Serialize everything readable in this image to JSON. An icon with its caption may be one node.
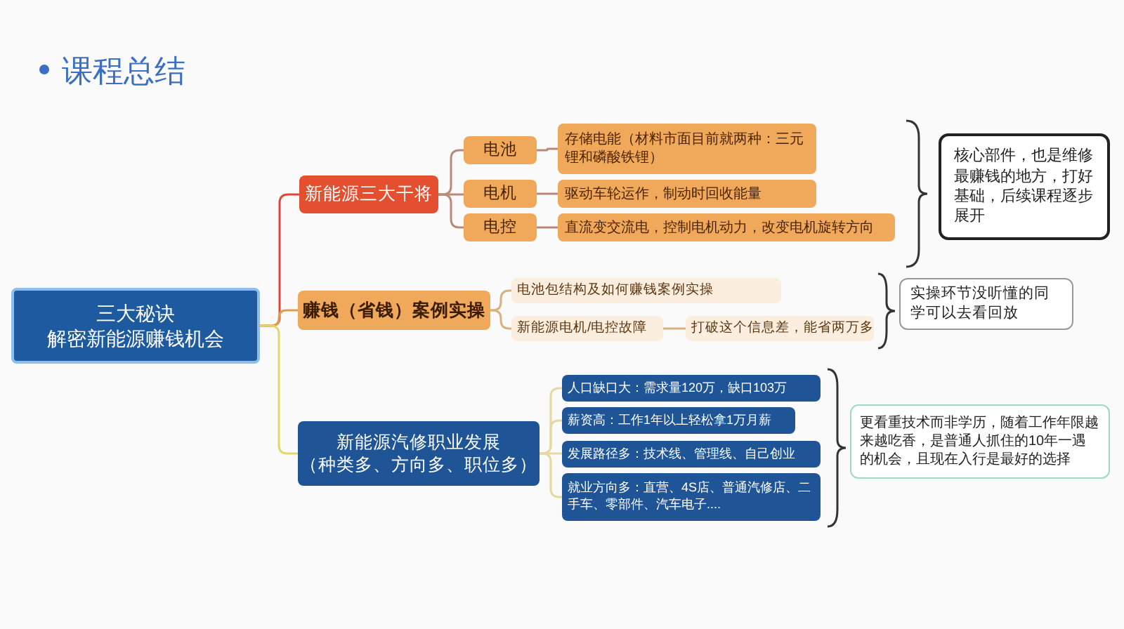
{
  "diagram": {
    "title": "课程总结",
    "nodes": [
      {
        "text": [
          "三大秘诀",
          "解密新能源赚钱机会"
        ]
      },
      {
        "text": [
          "新能源三大干将"
        ]
      },
      {
        "text": [
          "电池"
        ]
      },
      {
        "text": [
          "电机"
        ]
      },
      {
        "text": [
          "电控"
        ]
      },
      {
        "text": [
          "存储电能（材料市面目前就两种：三元锂和磷酸铁锂）"
        ]
      },
      {
        "text": [
          "驱动车轮运作，制动时回收能量"
        ]
      },
      {
        "text": [
          "直流变交流电，控制电机动力，改变电机旋转方向"
        ]
      },
      {
        "text": [
          "核心部件，也是维修最赚钱的地方，打好基础，后续课程逐步展开"
        ]
      },
      {
        "text": [
          "赚钱（省钱）案例实操"
        ]
      },
      {
        "text": [
          "电池包结构及如何赚钱案例实操"
        ]
      },
      {
        "text": [
          "新能源电机/电控故障"
        ]
      },
      {
        "text": [
          "打破这个信息差，能省两万多"
        ]
      },
      {
        "text": [
          "实操环节没听懂的同学可以去看回放"
        ]
      },
      {
        "text": [
          "新能源汽修职业发展",
          "（种类多、方向多、职位多）"
        ]
      },
      {
        "text": [
          "人口缺口大：需求量120万，缺口103万"
        ]
      },
      {
        "text": [
          "薪资高：工作1年以上轻松拿1万月薪"
        ]
      },
      {
        "text": [
          "发展路径多：技术线、管理线、自己创业"
        ]
      },
      {
        "text": [
          "就业方向多：直营、4S店、普通汽修店、二手车、零部件、汽车电子...."
        ]
      },
      {
        "text": [
          "更看重技术而非学历，随着工作年限越来越吃香，是普通人抓住的10年一遇的机会，且现在入行是最好的选择"
        ]
      }
    ],
    "edges": [
      {
        "from": 0,
        "to": 1,
        "arrow": "none",
        "color": "#e0473a"
      },
      {
        "from": 0,
        "to": 9,
        "arrow": "none",
        "color": "#d9a055"
      },
      {
        "from": 0,
        "to": 14,
        "arrow": "none",
        "color": "#e6d66a"
      },
      {
        "from": 1,
        "to": 2,
        "arrow": "none"
      },
      {
        "from": 1,
        "to": 3,
        "arrow": "none"
      },
      {
        "from": 1,
        "to": 4,
        "arrow": "none"
      },
      {
        "from": 2,
        "to": 5,
        "arrow": "none"
      },
      {
        "from": 3,
        "to": 6,
        "arrow": "none"
      },
      {
        "from": 4,
        "to": 7,
        "arrow": "none"
      },
      {
        "from": 9,
        "to": 10,
        "arrow": "none",
        "color": "#d9b080"
      },
      {
        "from": 9,
        "to": 11,
        "arrow": "none",
        "color": "#d9b080"
      },
      {
        "from": 11,
        "to": 12,
        "arrow": "none",
        "color": "#d9b080"
      },
      {
        "from": 14,
        "to": 15,
        "arrow": "none",
        "color": "#e6d9a0"
      },
      {
        "from": 14,
        "to": 16,
        "arrow": "none",
        "color": "#e6d9a0"
      },
      {
        "from": 14,
        "to": 17,
        "arrow": "none",
        "color": "#e6d9a0"
      },
      {
        "from": 14,
        "to": 18,
        "arrow": "none",
        "color": "#e6d9a0"
      }
    ]
  }
}
